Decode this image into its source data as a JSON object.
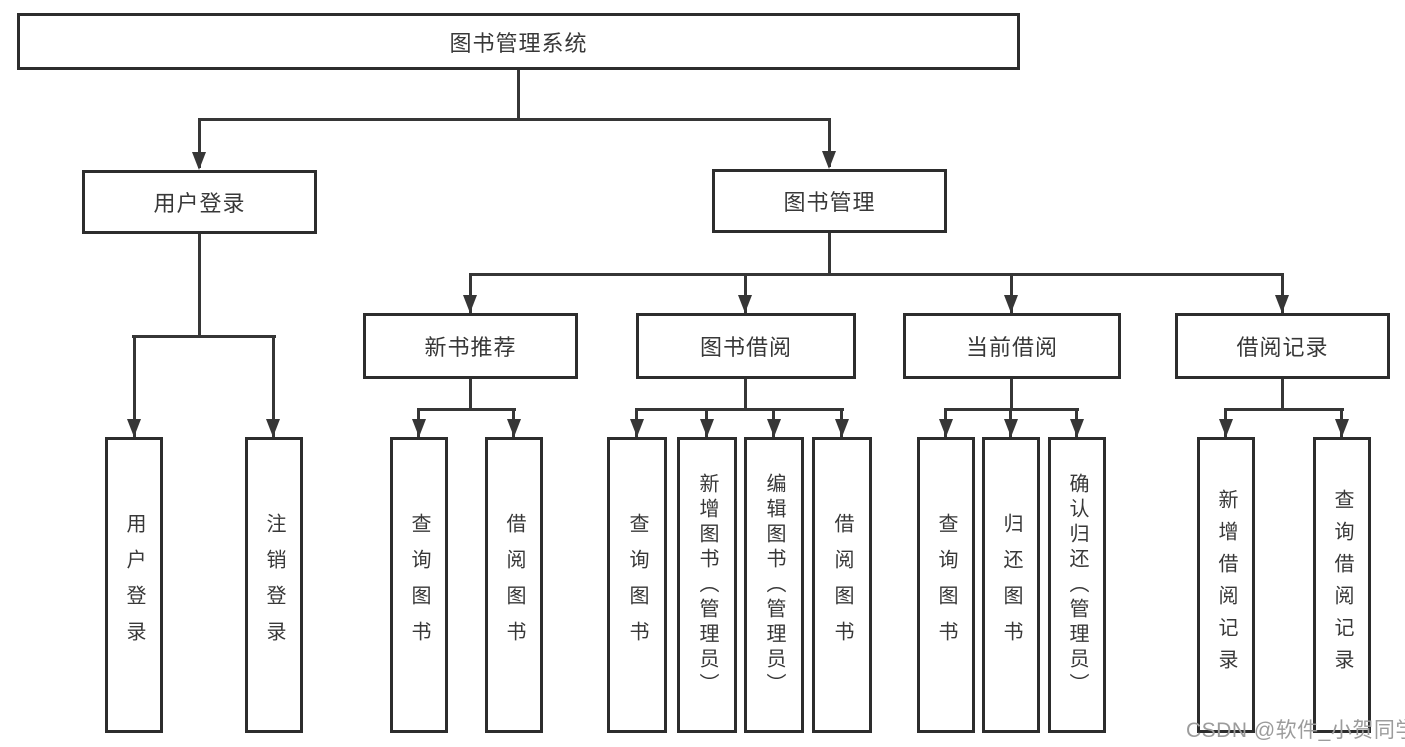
{
  "diagram": {
    "root": {
      "label": "图书管理系统"
    },
    "level2": [
      {
        "label": "用户登录"
      },
      {
        "label": "图书管理"
      }
    ],
    "level3": [
      {
        "label": "新书推荐"
      },
      {
        "label": "图书借阅"
      },
      {
        "label": "当前借阅"
      },
      {
        "label": "借阅记录"
      }
    ],
    "leaves": {
      "user_login": [
        "用户登录",
        "注销登录"
      ],
      "new_book_recommend": [
        "查询图书",
        "借阅图书"
      ],
      "book_borrow": [
        "查询图书",
        "新增图书（管理员）",
        "编辑图书（管理员）",
        "借阅图书"
      ],
      "current_borrow": [
        "查询图书",
        "归还图书",
        "确认归还（管理员）"
      ],
      "borrow_record": [
        "新增借阅记录",
        "查询借阅记录"
      ]
    },
    "colors": {
      "line": "#363636",
      "box_border": "#2d2d2d",
      "box_fill": "#ffffff",
      "text": "#383838",
      "watermark": "#9c9c9c"
    }
  },
  "watermark": {
    "text": "CSDN @软件_小贺同学"
  }
}
